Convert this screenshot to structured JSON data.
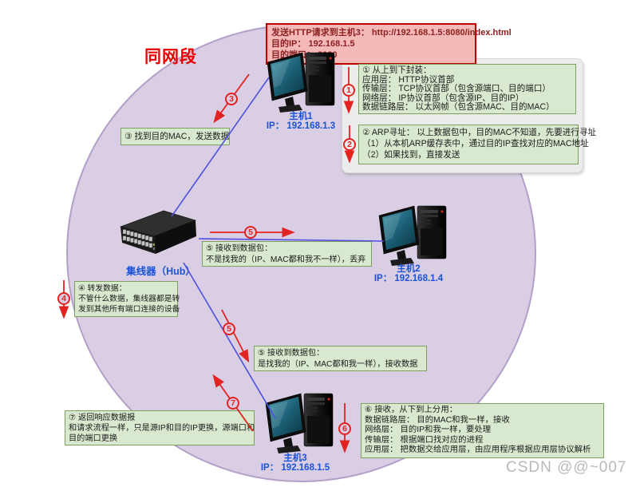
{
  "segment_label": "同网段",
  "watermark": "CSDN @@~007",
  "request_box": {
    "lines": [
      "发送HTTP请求到主机3： http://192.168.1.5:8080/index.html",
      "目的IP： 192.168.1.5",
      "目的端口： 8080"
    ]
  },
  "hosts": {
    "host1": {
      "name": "主机1",
      "ip": "IP： 192.168.1.3"
    },
    "host2": {
      "name": "主机2",
      "ip": "IP： 192.168.1.4"
    },
    "host3": {
      "name": "主机3",
      "ip": "IP： 192.168.1.5"
    }
  },
  "hub": {
    "label": "集线器（Hub）"
  },
  "steps": {
    "s1": "1",
    "s2": "2",
    "s3": "3",
    "s4": "4",
    "s5a": "5",
    "s5b": "5",
    "s6": "6",
    "s7": "7"
  },
  "notes": {
    "encapsulation": {
      "lines": [
        "① 从上到下封装：",
        "应用层： HTTP协议首部",
        "传输层： TCP协议首部（包含源端口、目的端口）",
        "网络层： IP协议首部（包含源IP、目的IP）",
        "数据链路层： 以太网帧（包含源MAC、目的MAC）"
      ]
    },
    "arp": {
      "lines": [
        "② ARP寻址： 以上数据包中，目的MAC不知道，先要进行寻址",
        "（1）从本机ARP缓存表中，通过目的IP查找对应的MAC地址",
        "（2）如果找到，直接发送"
      ]
    },
    "send": {
      "lines": [
        "③ 找到目的MAC，发送数据"
      ]
    },
    "forward": {
      "lines": [
        "④ 转发数据：",
        "不管什么数据，集线器都是转",
        "发到其他所有端口连接的设备"
      ]
    },
    "discard": {
      "lines": [
        "⑤ 接收到数据包：",
        "不是找我的（IP、MAC都和我不一样），丢弃"
      ]
    },
    "accept": {
      "lines": [
        "⑤ 接收到数据包：",
        "是找我的（IP、MAC都和我一样），接收数据"
      ]
    },
    "demux": {
      "lines": [
        "⑥ 接收，从下到上分用：",
        "数据链路层： 目的MAC和我一样，接收",
        "网络层： 目的IP和我一样，要处理",
        "传输层： 根据端口找对应的进程",
        "应用层： 把数据交给应用层，由应用程序根据应用层协议解析"
      ]
    },
    "response": {
      "lines": [
        "⑦ 返回响应数据报",
        "和请求流程一样，只是源IP和目的IP更换，源端口和",
        "目的端口更换"
      ]
    }
  },
  "icons": {
    "host": "desktop-computer-icon",
    "hub": "network-hub-icon"
  },
  "colors": {
    "accent_red": "#e32222",
    "request_box_bg": "#f5b9b8",
    "request_box_border": "#c00000",
    "note_bg": "#d9e9cf",
    "note_border": "#7da05f",
    "ellipse_bg": "#d9cee3",
    "ellipse_border": "#b2a0c9",
    "label_blue": "#1a53d8",
    "link_blue": "#5050e0",
    "segment_label_red": "#e60000"
  }
}
